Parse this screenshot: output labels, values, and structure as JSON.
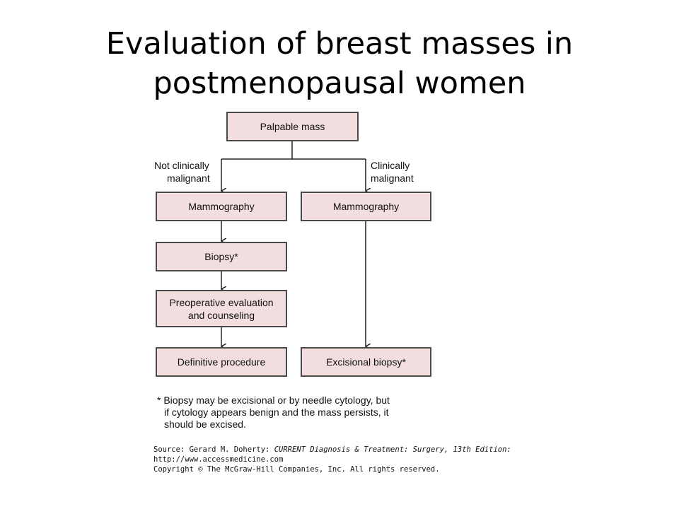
{
  "slide": {
    "title_line1": "Evaluation of breast masses in",
    "title_line2": "postmenopausal women"
  },
  "diagram": {
    "nodes": {
      "palpable_mass": "Palpable mass",
      "mammography_left": "Mammography",
      "mammography_right": "Mammography",
      "biopsy": "Biopsy*",
      "preop_line1": "Preoperative evaluation",
      "preop_line2": "and counseling",
      "definitive_procedure": "Definitive procedure",
      "excisional_biopsy": "Excisional biopsy*"
    },
    "edge_labels": {
      "not_malignant_line1": "Not clinically",
      "not_malignant_line2": "malignant",
      "malignant_line1": "Clinically",
      "malignant_line2": "malignant"
    },
    "footnote": {
      "line1": "* Biopsy may be excisional or by needle cytology, but",
      "line2": "if cytology appears benign and the mass persists, it",
      "line3": "should be excised."
    },
    "credit": {
      "source_prefix": "Source: Gerard M. Doherty: ",
      "source_title": "CURRENT Diagnosis & Treatment: Surgery, 13th Edition:",
      "url": "http://www.accessmedicine.com",
      "copyright": "Copyright © The McGraw-Hill Companies, Inc. All rights reserved."
    },
    "colors": {
      "box_fill": "#f2dede",
      "box_border": "#4a4a4a",
      "line": "#222222"
    }
  }
}
